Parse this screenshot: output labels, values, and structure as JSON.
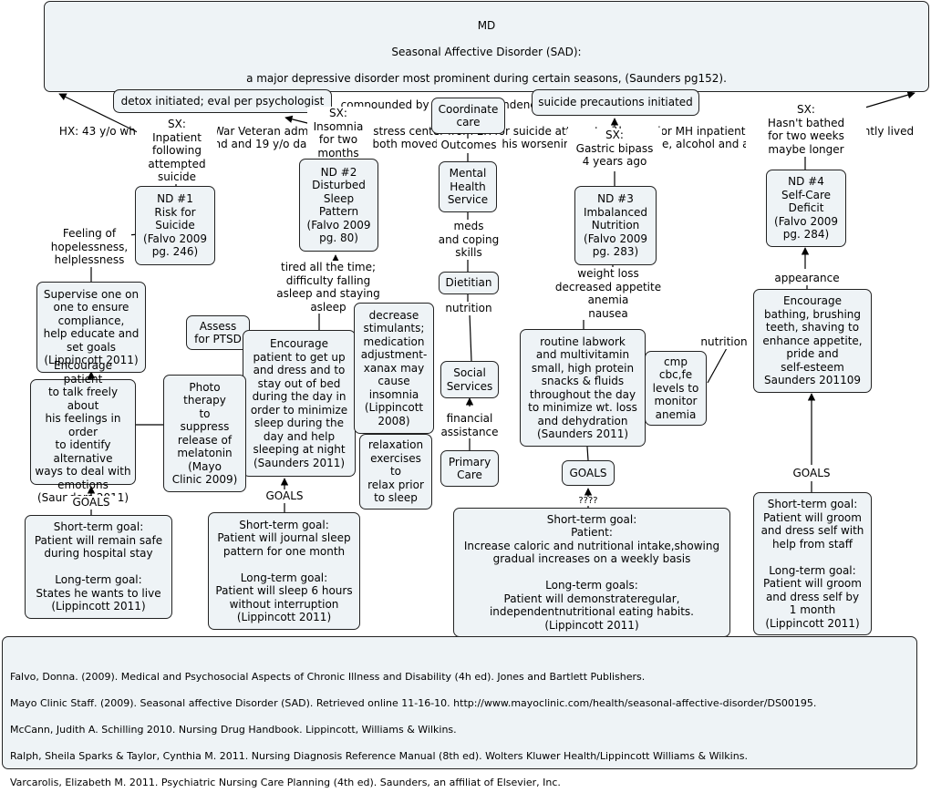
{
  "header": {
    "title": "MD",
    "subtitle": "Seasonal Affective Disorder (SAD):",
    "definition": "a major depressive disorder most prominent during certain seasons, (Saunders pg152).",
    "compounded": "compounded by alcohol dependence and drug abuse",
    "history": "HX: 43  y/o white male; Gulf War Veteran admitted to the stress center from ER for suicide attempt with no prior MH inpatient treatment. Until recently lived with girlfriend and 19 y/o daughter who both moved out due to his worsening depressed state, alcohol and anxiolytic use."
  },
  "nodes": {
    "detox": "detox initiated; eval per psychologist",
    "coordinate_care": "Coordinate\ncare",
    "suicide_precautions": "suicide precautions initiated",
    "nd1": "ND #1\nRisk for\nSuicide\n(Falvo 2009\npg. 246)",
    "nd2": "ND #2\nDisturbed\nSleep\nPattern\n(Falvo 2009\npg. 80)",
    "mental_health": "Mental\nHealth\nService",
    "nd3": "ND #3\nImbalanced\nNutrition\n(Falvo 2009\npg. 283)",
    "nd4": "ND #4\nSelf-Care\nDeficit\n(Falvo 2009\npg. 284)",
    "dietitian": "Dietitian",
    "supervise": "Supervise one on\none to ensure\ncompliance,\nhelp educate and\nset goals\n(Lippincott 2011)",
    "assess_ptsd": "Assess\nfor PTSD",
    "encourage_sleep": "Encourage\npatient to get up\nand dress and to\nstay out of bed\nduring the day in\norder to minimize\nsleep during the\nday and help\nsleeping at night\n(Saunders 2011)",
    "decrease_stimulants": "decrease\nstimulants;\nmedication\nadjustment-\nxanax may\ncause\ninsomnia\n(Lippincott\n2008)",
    "routine_labwork": "routine labwork\nand multivitamin\nsmall, high protein\nsnacks & fluids\nthroughout the day\nto minimize wt. loss\nand dehydration\n(Saunders 2011)",
    "cmp": "cmp\ncbc,fe\nlevels to\nmonitor\nanemia",
    "encourage_bathing": "Encourage\nbathing, brushing\nteeth,  shaving to\nenhance appetite,\npride and\nself-esteem\nSaunders 201109",
    "social_services": "Social\nServices",
    "encourage_talk": "Encourage patient\nto talk freely about\nhis feelings in order\nto identify alternative\nways to deal with\nemotions\n(Saunders 2011)",
    "photo_therapy": "Photo\ntherapy\nto\nsuppress\nrelease of\nmelatonin\n(Mayo\nClinic 2009)",
    "relaxation": "relaxation\nexercises\nto\nrelax prior\nto sleep",
    "primary_care": "Primary\nCare",
    "goals3": "GOALS",
    "goal1": "Short-term goal:\nPatient will remain safe\nduring hospital stay\n\nLong-term goal:\nStates he wants to live\n(Lippincott 2011)",
    "goal2": "Short-term goal:\nPatient will journal sleep\npattern for one month\n\nLong-term goal:\nPatient will sleep 6 hours\nwithout interruption\n(Lippincott 2011)",
    "goal3": "Short-term goal:\nPatient:\nIncrease caloric and nutritional intake,showing\ngradual increases on a weekly basis\n\nLong-term goals:\nPatient will demonstrateregular,\nindependentnutritional eating habits.\n(Lippincott 2011)",
    "goal4": "Short-term goal:\nPatient will groom\nand dress self with\nhelp from staff\n\nLong-term goal:\nPatient will groom\nand dress self by\n1 month\n(Lippincott 2011)"
  },
  "labels": {
    "sx1": "SX:\nInpatient\nfollowing\nattempted\nsuicide",
    "sx2": "SX:\nInsomnia\nfor two\nmonths",
    "outcomes": "Outcomes",
    "sx3": "SX:\nGastric bipass\n4 years ago",
    "sx4": "SX:\nHasn't bathed\nfor two weeks\nmaybe longer",
    "hopelessness": "Feeling of\nhopelessness,\nhelplessness",
    "meds": "meds\nand coping\nskills",
    "tired": "tired all the time;\ndifficulty falling\nasleep and staying\nasleep",
    "weight_loss": "weight loss\ndecreased appetite\nanemia\nnausea",
    "appearance": "appearance",
    "nutrition_mid": "nutrition",
    "nutrition_right": "nutrition",
    "financial": "financial\nassistance",
    "goals1": "GOALS",
    "goals2": "GOALS",
    "goals4": "GOALS",
    "qmarks": "????"
  },
  "references": [
    "Falvo, Donna. (2009). Medical and Psychosocial Aspects of Chronic Illness and Disability (4h ed).  Jones and Bartlett Publishers.",
    "Mayo Clinic Staff.  (2009). Seasonal affective Disorder (SAD). Retrieved online 11-16-10. http://www.mayoclinic.com/health/seasonal-affective-disorder/DS00195.",
    "McCann, Judith A. Schilling 2010. Nursing Drug Handbook. Lippincott, Williams & Wilkins.",
    "Ralph, Sheila Sparks & Taylor, Cynthia M. 2011. Nursing Diagnosis Reference Manual (8th ed). Wolters Kluwer Health/Lippincott Williams & Wilkins.",
    "Varcarolis, Elizabeth M. 2011.  Psychiatric Nursing Care Planning (4th ed).  Saunders, an affiliat of Elsevier, Inc."
  ]
}
